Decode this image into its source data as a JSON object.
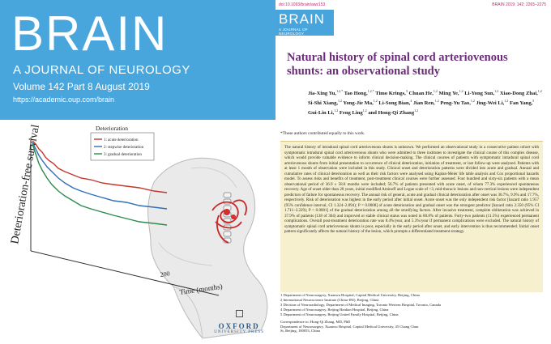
{
  "cover": {
    "journal": "BRAIN",
    "subtitle": "A JOURNAL OF NEUROLOGY",
    "volume": "Volume 142 Part 8 August 2019",
    "url": "https://academic.oup.com/brain",
    "publisher_name": "OXFORD",
    "publisher_press": "UNIVERSITY PRESS",
    "figure": {
      "y_axis_label": "Deterioration-free survival",
      "x_axis_label": "Time (months)",
      "x_tick": "200",
      "legend_title": "Deterioration",
      "legend_items": [
        {
          "label": "1: acute deterioration",
          "color": "#c0392b"
        },
        {
          "label": "2: stepwise deterioration",
          "color": "#2f6fb5"
        },
        {
          "label": "3: gradual deterioration",
          "color": "#2e8b4e"
        }
      ]
    }
  },
  "article": {
    "doi": "doi:10.1093/brain/awz153",
    "page_ref": "BRAIN 2019: 142; 2265–2275",
    "page_ref_num": "2265",
    "logo_word": "BRAIN",
    "logo_sub": "A JOURNAL OF NEUROLOGY",
    "title": "Natural history of spinal cord arteriovenous shunts: an observational study",
    "authors_html": "Jia-Xing Yu,<sup>1,2,*</sup> Tao Hong,<sup>1,2,*</sup> Timo Krings,<sup>3</sup> Chuan He,<sup>1,2</sup> Ming Ye,<sup>1,2</sup> Li-Yong Sun,<sup>1,2</sup> Xiao-Dong Zhai,<sup>1,2</sup> Si-Shi Xiang,<sup>1,2</sup> Yong-Jie Ma,<sup>1,2</sup> Li-Song Bian,<sup>4</sup> Jian Ren,<sup>1,2</sup> Peng-Yu Tao,<sup>1,2</sup> Jing-Wei Li,<sup>1,2</sup> Fan Yang,<sup>5</sup> Gui-Lin Li,<sup>1,2</sup> Feng Ling<sup>1,2</sup> and Hong-Qi Zhang<sup>1,2</sup>",
    "equal_note": "*These authors contributed equally to this work.",
    "abstract": "The natural history of intradural spinal cord arteriovenous shunts is unknown. We performed an observational study in a consecutive patient cohort with symptomatic intradural spinal cord arteriovenous shunts who were admitted to three institutes to investigate the clinical course of this complex disease, which would provide valuable evidence to inform clinical decision-making. The clinical courses of patients with symptomatic intradural spinal cord arteriovenous shunts from initial presentation to occurrence of clinical deterioration, initiation of treatment, or last follow-up were analysed. Patients with at least 1 month of observation were included in this study. Clinical onset and deterioration patterns were divided into acute and gradual. Annual and cumulative rates of clinical deterioration as well as their risk factors were analysed using Kaplan-Meier life table analysis and Cox proportional hazards model. To assess risks and benefits of treatment, post-treatment clinical courses were further assessed. Four hundred and sixty-six patients with a mean observational period of 36.9 ± 58.8 months were included; 56.7% of patients presented with acute onset, of whom 77.3% experienced spontaneous recovery. Age of onset older than 28 years, initial modified Aminoff and Logue scale of >3, mid-thoracic lesions and non-vertical lesions were independent predictors of failure for spontaneous recovery. The annual risk of general, acute and gradual clinical deterioration after onset was 30.7%, 9.9% and 17.7%, respectively. Risk of deterioration was highest in the early period after initial onset. Acute onset was the only independent risk factor [hazard ratio 1.957 (95% confidence interval, CI 1.324–2.894); P = 0.0008] of acute deterioration and gradual onset was the strongest predictor [hazard ratio 2.350 (95% CI 1.711–3.229); P < 0.0001] of the gradual deterioration among all the stratifying factors. After invasive treatment, complete obliteration was achieved in 37.9% of patients (138 of 364) and improved or stable clinical status was noted in 80.8% of patients. Forty-two patients (11.5%) experienced permanent complications. Overall post-treatment deterioration rate was 8.4%/year, and 5.3%/year if permanent complications were excluded. The natural history of symptomatic spinal cord arteriovenous shunts is poor, especially in the early period after onset, and early intervention is thus recommended. Initial onset pattern significantly affects the natural history of the lesion, which prompts a differentiated treatment strategy.",
    "affiliations": [
      "1   Department of Neurosurgery, Xuanwu Hospital, Capital Medical University, Beijing, China",
      "2   International Neuroscience Institute (China-INI), Beijing, China",
      "3   Division of Neuroradiology, Department of Medical Imaging, Toronto Western Hospital, Toronto, Canada",
      "4   Department of Neurosurgery, Beijing Haidian Hospital, Beijing, China",
      "5   Department of Neurosurgery, Beijing United Family Hospital, Beijing, China"
    ],
    "correspondence": [
      "Correspondence to: Hong-Qi Zhang, MD, PhD",
      "Department of Neurosurgery, Xuanwu Hospital, Capital Medical University, 45 Chang Chun",
      "St, Beijing, 100053, China"
    ]
  }
}
